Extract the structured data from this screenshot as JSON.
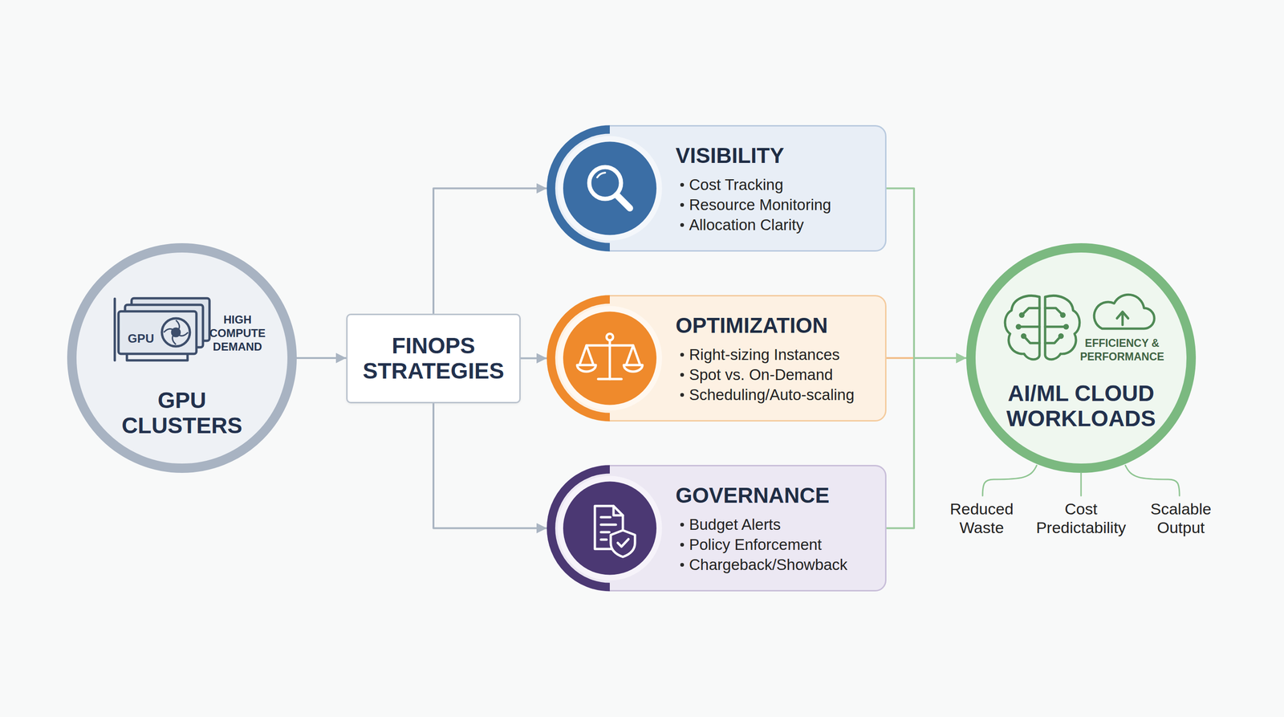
{
  "diagram": {
    "nodes": [
      {
        "text": [
          "GPU",
          "HIGH COMPUTE DEMAND",
          "GPU CLUSTERS"
        ]
      },
      {
        "text": [
          "FINOPS STRATEGIES"
        ]
      },
      {
        "text": [
          "VISIBILITY",
          "Cost Tracking",
          "Resource Monitoring",
          "Allocation Clarity"
        ]
      },
      {
        "text": [
          "OPTIMIZATION",
          "Right-sizing Instances",
          "Spot vs. On-Demand",
          "Scheduling/Auto-scaling"
        ]
      },
      {
        "text": [
          "GOVERNANCE",
          "Budget Alerts",
          "Policy Enforcement",
          "Chargeback/Showback"
        ]
      },
      {
        "text": [
          "EFFICIENCY & PERFORMANCE",
          "AI/ML CLOUD WORKLOADS"
        ]
      }
    ],
    "edges": [
      {
        "from": 0,
        "to": 1,
        "arrow": "to"
      },
      {
        "from": 1,
        "to": 2,
        "arrow": "to"
      },
      {
        "from": 1,
        "to": 3,
        "arrow": "to"
      },
      {
        "from": 1,
        "to": 4,
        "arrow": "to"
      },
      {
        "from": 2,
        "to": 5,
        "arrow": "to"
      },
      {
        "from": 3,
        "to": 5,
        "arrow": "to"
      },
      {
        "from": 4,
        "to": 5,
        "arrow": "to"
      }
    ],
    "labels": [
      "Reduced Waste",
      "Cost Predictability",
      "Scalable Output"
    ]
  }
}
